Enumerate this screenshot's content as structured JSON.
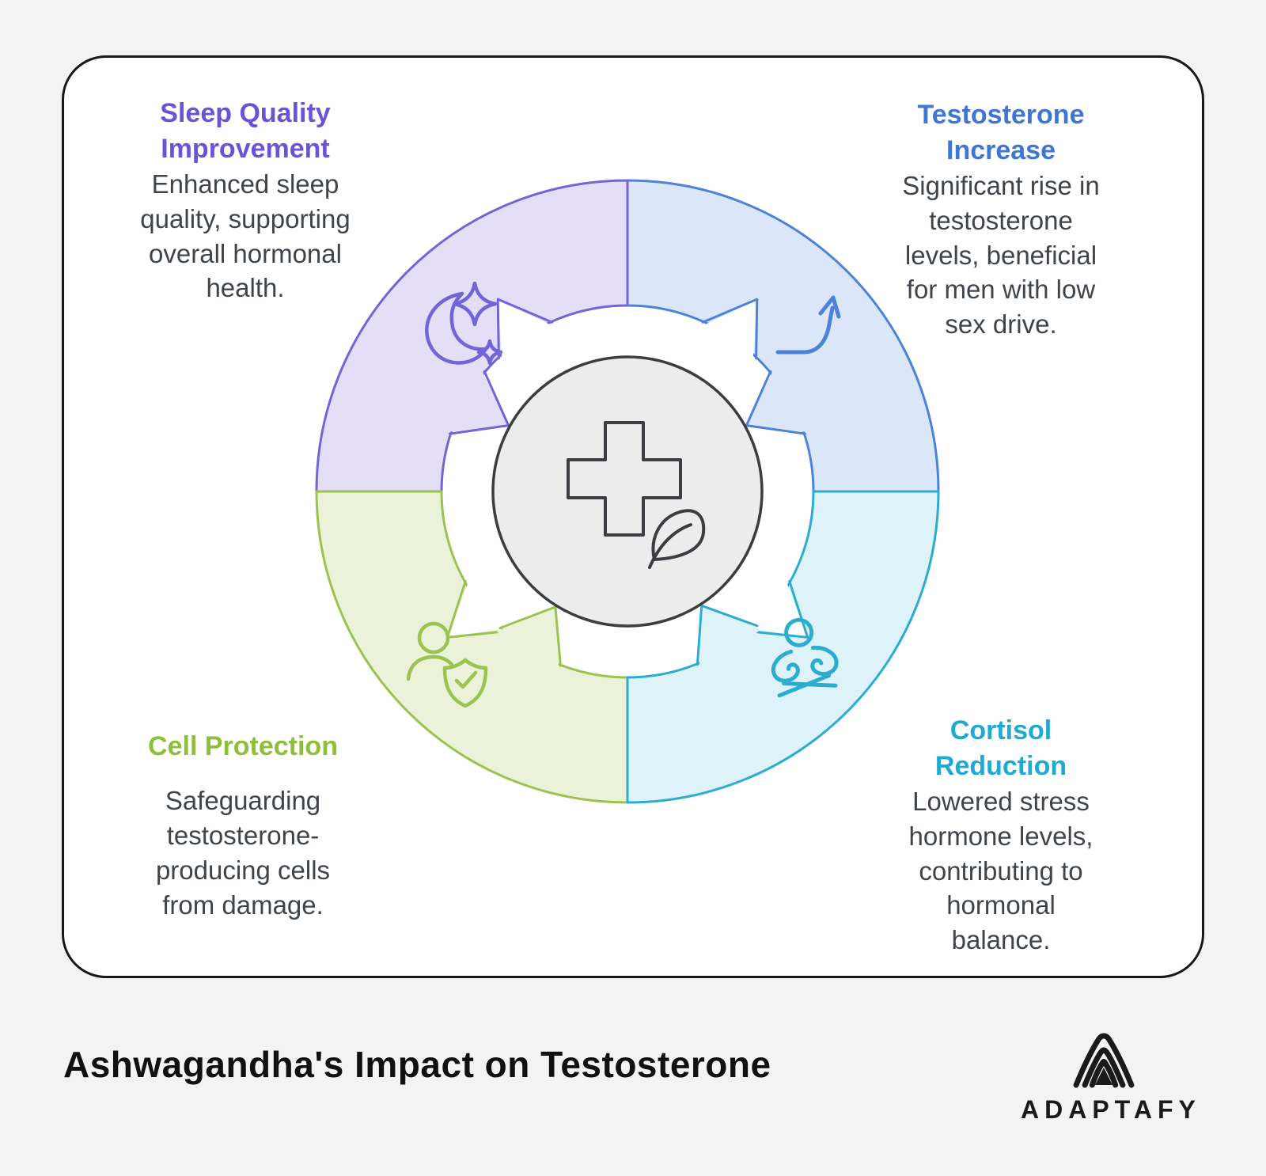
{
  "page_background": "#F3F3F3",
  "card": {
    "background": "#FFFFFF",
    "border_color": "#17181A"
  },
  "title": "Ashwagandha's Impact on Testosterone",
  "brand": {
    "name": "ADAPTAFY",
    "logo": "nested-mountain-a-mark",
    "color": "#1A1A1A"
  },
  "center": {
    "icon": "medical-cross-with-leaf",
    "fill": "#ECECEC",
    "stroke": "#3A3E42"
  },
  "text_color": "#3F444B",
  "quadrants": [
    {
      "id": "sleep-quality",
      "position": "top-left",
      "icon": "moon-and-stars",
      "title": "Sleep Quality\nImprovement",
      "description": "Enhanced sleep\nquality, supporting\noverall hormonal\nhealth.",
      "color": "#6C52D6",
      "ring_stroke": "#7265D5",
      "ring_fill": "#E4DEF7"
    },
    {
      "id": "testosterone-increase",
      "position": "top-right",
      "icon": "rising-arrow",
      "title": "Testosterone\nIncrease",
      "description": "Significant rise in\ntestosterone\nlevels, beneficial\nfor men with low\nsex drive.",
      "color": "#3D76D4",
      "ring_stroke": "#4C82D8",
      "ring_fill": "#DBE7F9"
    },
    {
      "id": "cell-protection",
      "position": "bottom-left",
      "icon": "person-with-shield-check",
      "title": "Cell Protection",
      "description": "Safeguarding\ntestosterone-\nproducing cells\nfrom damage.",
      "color": "#8FBE3B",
      "ring_stroke": "#9CC24F",
      "ring_fill": "#EAF2D9"
    },
    {
      "id": "cortisol-reduction",
      "position": "bottom-right",
      "icon": "meditating-person",
      "title": "Cortisol\nReduction",
      "description": "Lowered stress\nhormone levels,\ncontributing to\nhormonal\nbalance.",
      "color": "#1FA9D3",
      "ring_stroke": "#2CACCF",
      "ring_fill": "#DEF2F9"
    }
  ]
}
